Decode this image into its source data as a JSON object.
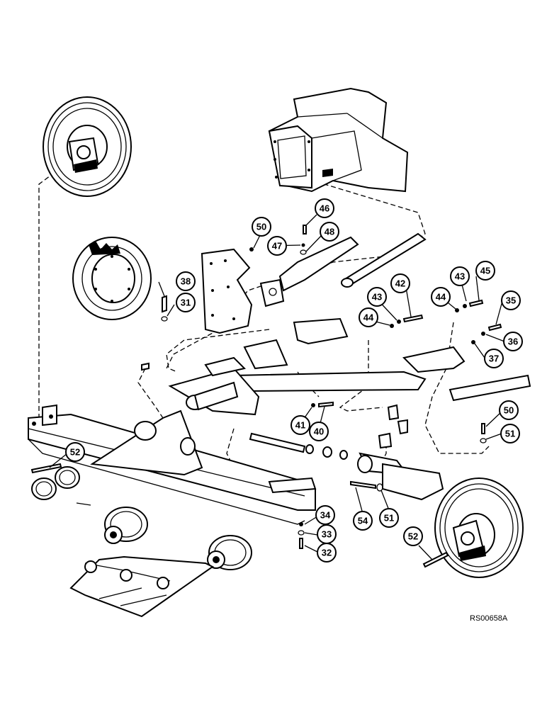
{
  "diagram": {
    "reference_code": "RS00658A",
    "callouts": [
      {
        "id": "c46",
        "label": "46"
      },
      {
        "id": "c50a",
        "label": "50"
      },
      {
        "id": "c47",
        "label": "47"
      },
      {
        "id": "c48",
        "label": "48"
      },
      {
        "id": "c38",
        "label": "38"
      },
      {
        "id": "c31",
        "label": "31"
      },
      {
        "id": "c43a",
        "label": "43"
      },
      {
        "id": "c45",
        "label": "45"
      },
      {
        "id": "c42",
        "label": "42"
      },
      {
        "id": "c43b",
        "label": "43"
      },
      {
        "id": "c44a",
        "label": "44"
      },
      {
        "id": "c44b",
        "label": "44"
      },
      {
        "id": "c35",
        "label": "35"
      },
      {
        "id": "c36",
        "label": "36"
      },
      {
        "id": "c37",
        "label": "37"
      },
      {
        "id": "c41",
        "label": "41"
      },
      {
        "id": "c40",
        "label": "40"
      },
      {
        "id": "c50b",
        "label": "50"
      },
      {
        "id": "c51a",
        "label": "51"
      },
      {
        "id": "c52a",
        "label": "52"
      },
      {
        "id": "c34",
        "label": "34"
      },
      {
        "id": "c33",
        "label": "33"
      },
      {
        "id": "c32",
        "label": "32"
      },
      {
        "id": "c54",
        "label": "54"
      },
      {
        "id": "c51b",
        "label": "51"
      },
      {
        "id": "c52b",
        "label": "52"
      }
    ]
  }
}
